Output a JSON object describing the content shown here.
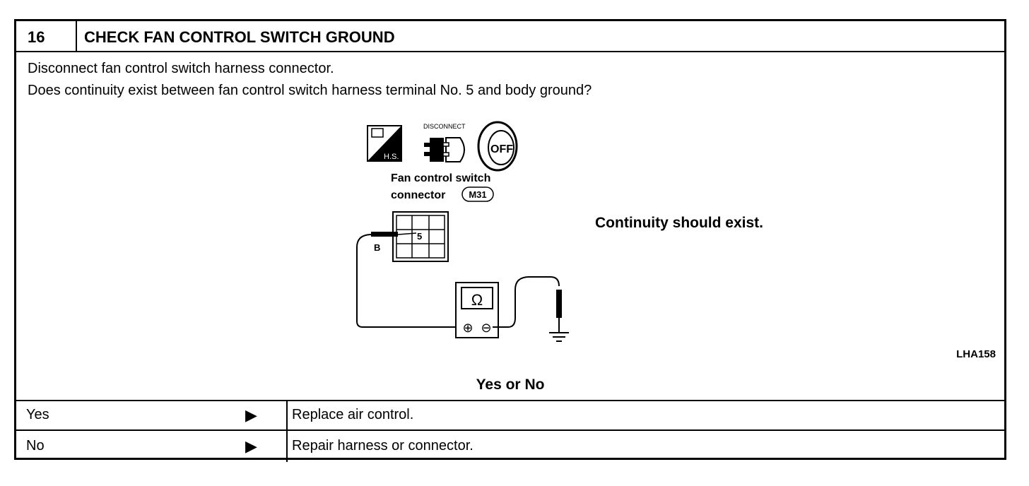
{
  "header": {
    "step_number": "16",
    "title": "CHECK FAN CONTROL SWITCH GROUND"
  },
  "instructions": [
    "Disconnect fan control switch harness connector.",
    "Does continuity exist between fan control switch harness terminal No. 5 and body ground?"
  ],
  "diagram": {
    "icons": [
      "hs-icon",
      "disconnect-icon",
      "ignition-off-icon"
    ],
    "icon_labels": {
      "hs": "H.S.",
      "disconnect": "DISCONNECT",
      "off": "OFF"
    },
    "connector_label_line1": "Fan control switch",
    "connector_label_line2": "connector",
    "connector_id": "M31",
    "terminal_number": "5",
    "wire_color": "B",
    "meter_symbol": "Ω",
    "plus_symbol": "⊕",
    "minus_symbol": "⊖"
  },
  "result_note": "Continuity should exist.",
  "figure_id": "LHA158",
  "question": "Yes or No",
  "outcomes": [
    {
      "answer": "Yes",
      "arrow": "▶",
      "action": "Replace air control."
    },
    {
      "answer": "No",
      "arrow": "▶",
      "action": "Repair harness or connector."
    }
  ]
}
